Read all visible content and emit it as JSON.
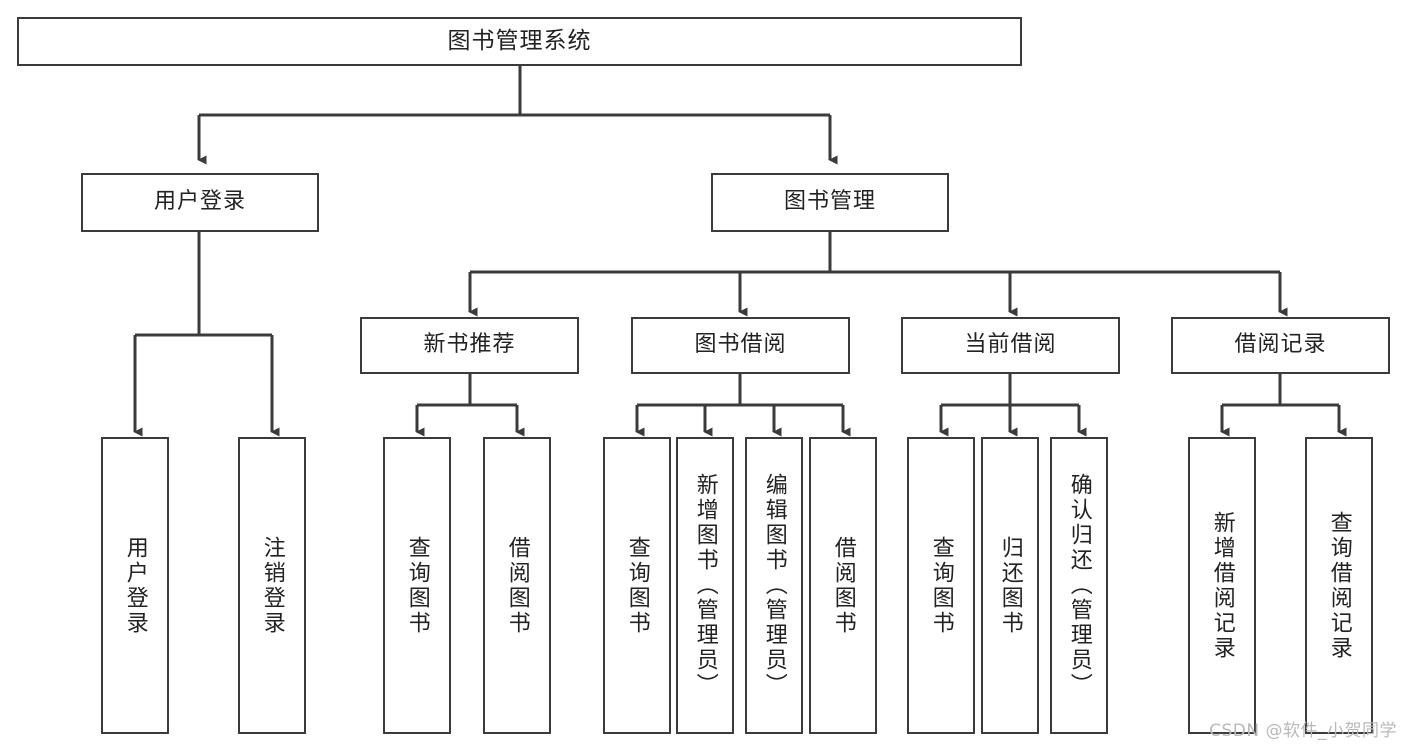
{
  "diagram": {
    "title": "图书管理系统",
    "type": "tree-hierarchy",
    "watermark": "CSDN @软件_小贺同学",
    "colors": {
      "stroke": "#3b3b3b",
      "fill": "#ffffff",
      "text": "#222222",
      "watermark": "#b9b9b9"
    },
    "levels": {
      "root": {
        "label": "图书管理系统"
      },
      "level1": [
        {
          "id": "user-login",
          "label": "用户登录"
        },
        {
          "id": "book-manage",
          "label": "图书管理"
        }
      ],
      "level2": [
        {
          "id": "new-book-recommend",
          "label": "新书推荐"
        },
        {
          "id": "book-borrow",
          "label": "图书借阅"
        },
        {
          "id": "current-borrow",
          "label": "当前借阅"
        },
        {
          "id": "borrow-record",
          "label": "借阅记录"
        }
      ],
      "leaves": {
        "user-login": [
          {
            "id": "leaf-user-login",
            "label": "用户登录"
          },
          {
            "id": "leaf-logout",
            "label": "注销登录"
          }
        ],
        "new-book-recommend": [
          {
            "id": "leaf-query-book-1",
            "label": "查询图书"
          },
          {
            "id": "leaf-borrow-book-1",
            "label": "借阅图书"
          }
        ],
        "book-borrow": [
          {
            "id": "leaf-query-book-2",
            "label": "查询图书"
          },
          {
            "id": "leaf-add-book",
            "label": "新增图书（管理员）"
          },
          {
            "id": "leaf-edit-book",
            "label": "编辑图书（管理员）"
          },
          {
            "id": "leaf-borrow-book-2",
            "label": "借阅图书"
          }
        ],
        "current-borrow": [
          {
            "id": "leaf-query-book-3",
            "label": "查询图书"
          },
          {
            "id": "leaf-return-book",
            "label": "归还图书"
          },
          {
            "id": "leaf-confirm-return",
            "label": "确认归还（管理员）"
          }
        ],
        "borrow-record": [
          {
            "id": "leaf-add-record",
            "label": "新增借阅记录"
          },
          {
            "id": "leaf-query-record",
            "label": "查询借阅记录"
          }
        ]
      }
    }
  }
}
